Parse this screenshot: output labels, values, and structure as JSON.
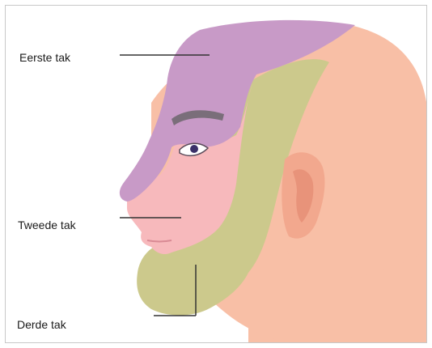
{
  "labels": {
    "first": "Eerste tak",
    "second": "Tweede tak",
    "third": "Derde tak"
  },
  "colors": {
    "first_branch": "#c89ac7",
    "second_branch": "#f7b9bc",
    "third_branch": "#ccc98c",
    "skin": "#f8bfa6",
    "leader_line": "#333333"
  }
}
